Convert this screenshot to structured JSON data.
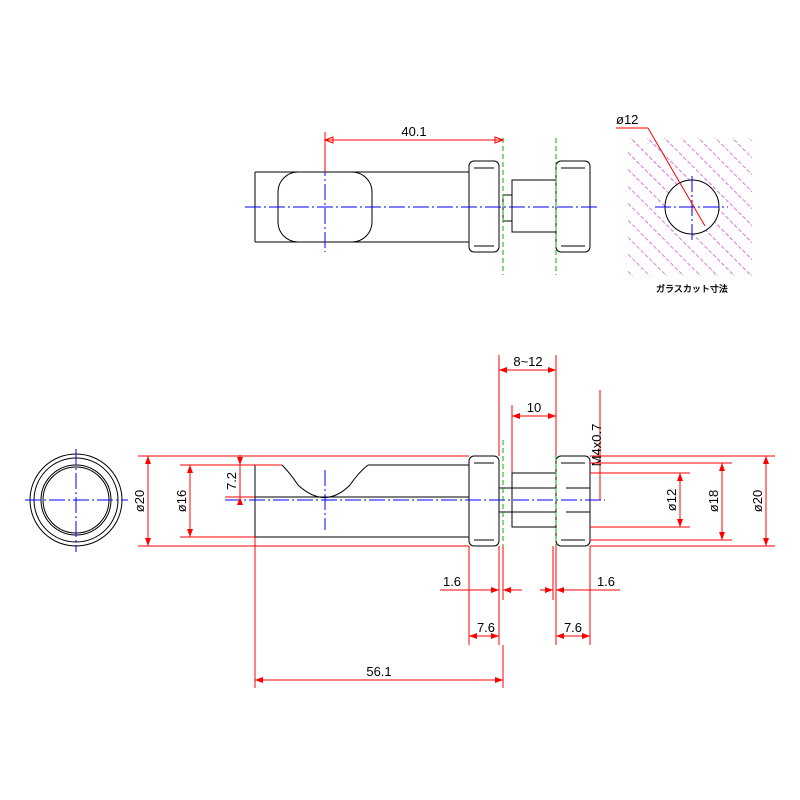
{
  "colors": {
    "outline": "#000000",
    "dimension": "#ff0000",
    "centerline": "#0000ff",
    "glass_line": "#00b000",
    "hatch": "#cc00cc"
  },
  "top_view": {
    "dim_length": "40.1"
  },
  "glass_cut": {
    "dim_diameter": "ø12",
    "caption": "ガラスカット寸法"
  },
  "front_view": {
    "dim_glass_range": "8~12",
    "dim_stud": "10",
    "dim_thread": "M4x0.7",
    "dim_slot_depth": "7.2",
    "dim_body_dia_outer": "ø20",
    "dim_body_dia": "ø16",
    "dim_washer_left": "1.6",
    "dim_washer_right": "1.6",
    "dim_cap_left": "7.6",
    "dim_cap_right": "7.6",
    "dim_total_length": "56.1",
    "dim_dia_12": "ø12",
    "dim_dia_18": "ø18",
    "dim_dia_20": "ø20"
  }
}
